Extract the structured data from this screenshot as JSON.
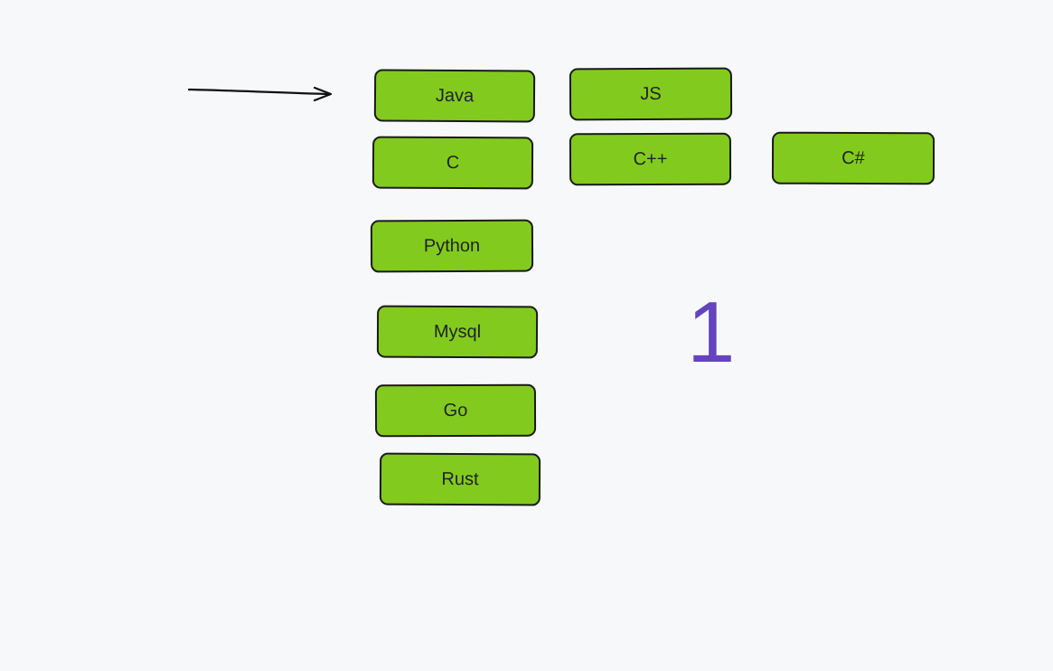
{
  "nodes": {
    "java": "Java",
    "js": "JS",
    "c": "C",
    "cpp": "C++",
    "csharp": "C#",
    "python": "Python",
    "mysql": "Mysql",
    "go": "Go",
    "rust": "Rust"
  },
  "annotation": {
    "number": "1"
  },
  "colors": {
    "background": "#f7f8fa",
    "node_fill": "#82cb1e",
    "node_border": "#1a1a1a",
    "number": "#6543be"
  }
}
